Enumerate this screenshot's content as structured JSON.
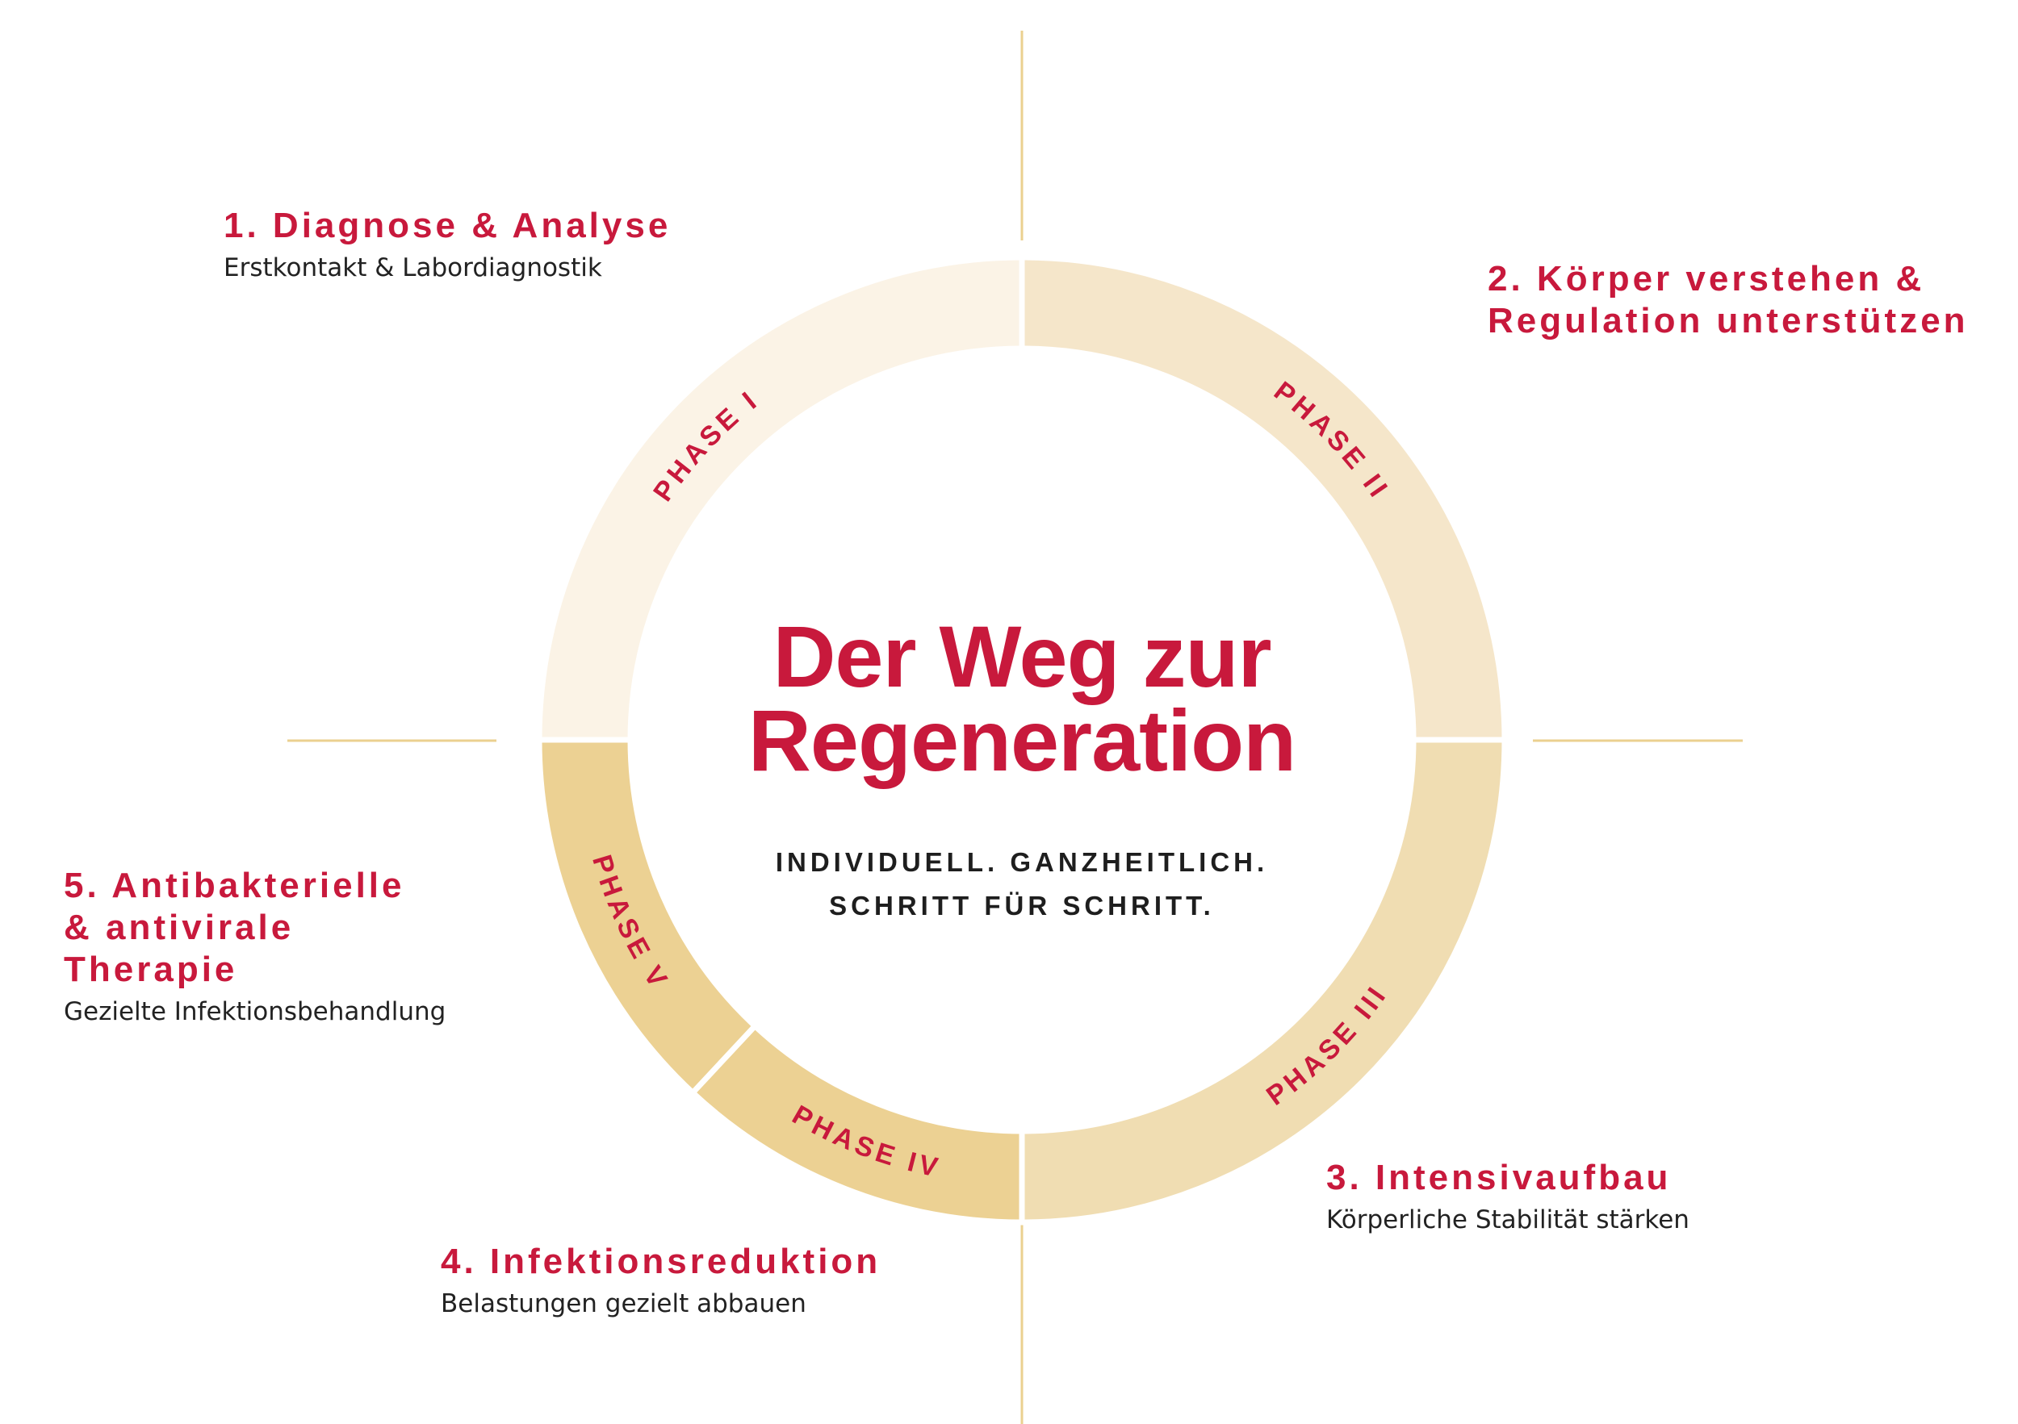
{
  "title": {
    "line1": "Der Weg zur",
    "line2": "Regeneration"
  },
  "tagline": {
    "line1": "INDIVIDUELL. GANZHEITLICH.",
    "line2": "SCHRITT FÜR SCHRITT."
  },
  "phases": [
    {
      "label": "PHASE I",
      "color": "#FBF3E6"
    },
    {
      "label": "PHASE II",
      "color": "#F5E6CA"
    },
    {
      "label": "PHASE III",
      "color": "#F0DDB2"
    },
    {
      "label": "PHASE IV",
      "color": "#ECD193"
    },
    {
      "label": "PHASE V",
      "color": "#ECD193"
    }
  ],
  "steps": [
    {
      "title_lines": [
        "1. Diagnose & Analyse"
      ],
      "subtitle": "Erstkontakt & Labordiagnostik"
    },
    {
      "title_lines": [
        "2. Körper verstehen &",
        "Regulation unterstützen"
      ],
      "subtitle": ""
    },
    {
      "title_lines": [
        "3. Intensivaufbau"
      ],
      "subtitle": "Körperliche Stabilität stärken"
    },
    {
      "title_lines": [
        "4. Infektionsreduktion"
      ],
      "subtitle": "Belastungen gezielt abbauen"
    },
    {
      "title_lines": [
        "5. Antibakterielle",
        "& antivirale",
        "Therapie"
      ],
      "subtitle": "Gezielte Infektionsbehandlung"
    }
  ],
  "colors": {
    "accent": "#C8193C",
    "divider": "#EBD08F",
    "text": "#1E1E1E"
  }
}
